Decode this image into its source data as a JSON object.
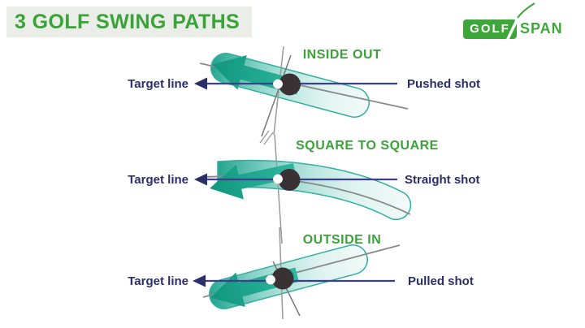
{
  "header": {
    "title": "3 GOLF SWING PATHS",
    "logo": {
      "part1": "GOLF",
      "part2": "SPAN"
    }
  },
  "diagrams": [
    {
      "title": "INSIDE OUT",
      "target_label": "Target line",
      "shot_label": "Pushed shot"
    },
    {
      "title": "SQUARE TO SQUARE",
      "target_label": "Target line",
      "shot_label": "Straight shot"
    },
    {
      "title": "OUTSIDE IN",
      "target_label": "Target line",
      "shot_label": "Pulled shot"
    }
  ],
  "icons": [
    "target-line-arrowhead-icon",
    "swing-direction-arrow-icon",
    "golf-ball-icon",
    "clubhead-icon",
    "logo-swoosh-icon"
  ],
  "colors": {
    "brand_green": "#3fa63c",
    "heading_green": "#3aa338",
    "heading_bg": "#eaede8",
    "navy_text": "#2b2e68",
    "target_line": "#3c3f8e",
    "swing_teal": "#18a08a",
    "band_outline": "#31b0a0",
    "shaft_gray": "#8a8a8a",
    "ball_dark": "#3a3135",
    "ball_white": "#fdfdfd"
  }
}
